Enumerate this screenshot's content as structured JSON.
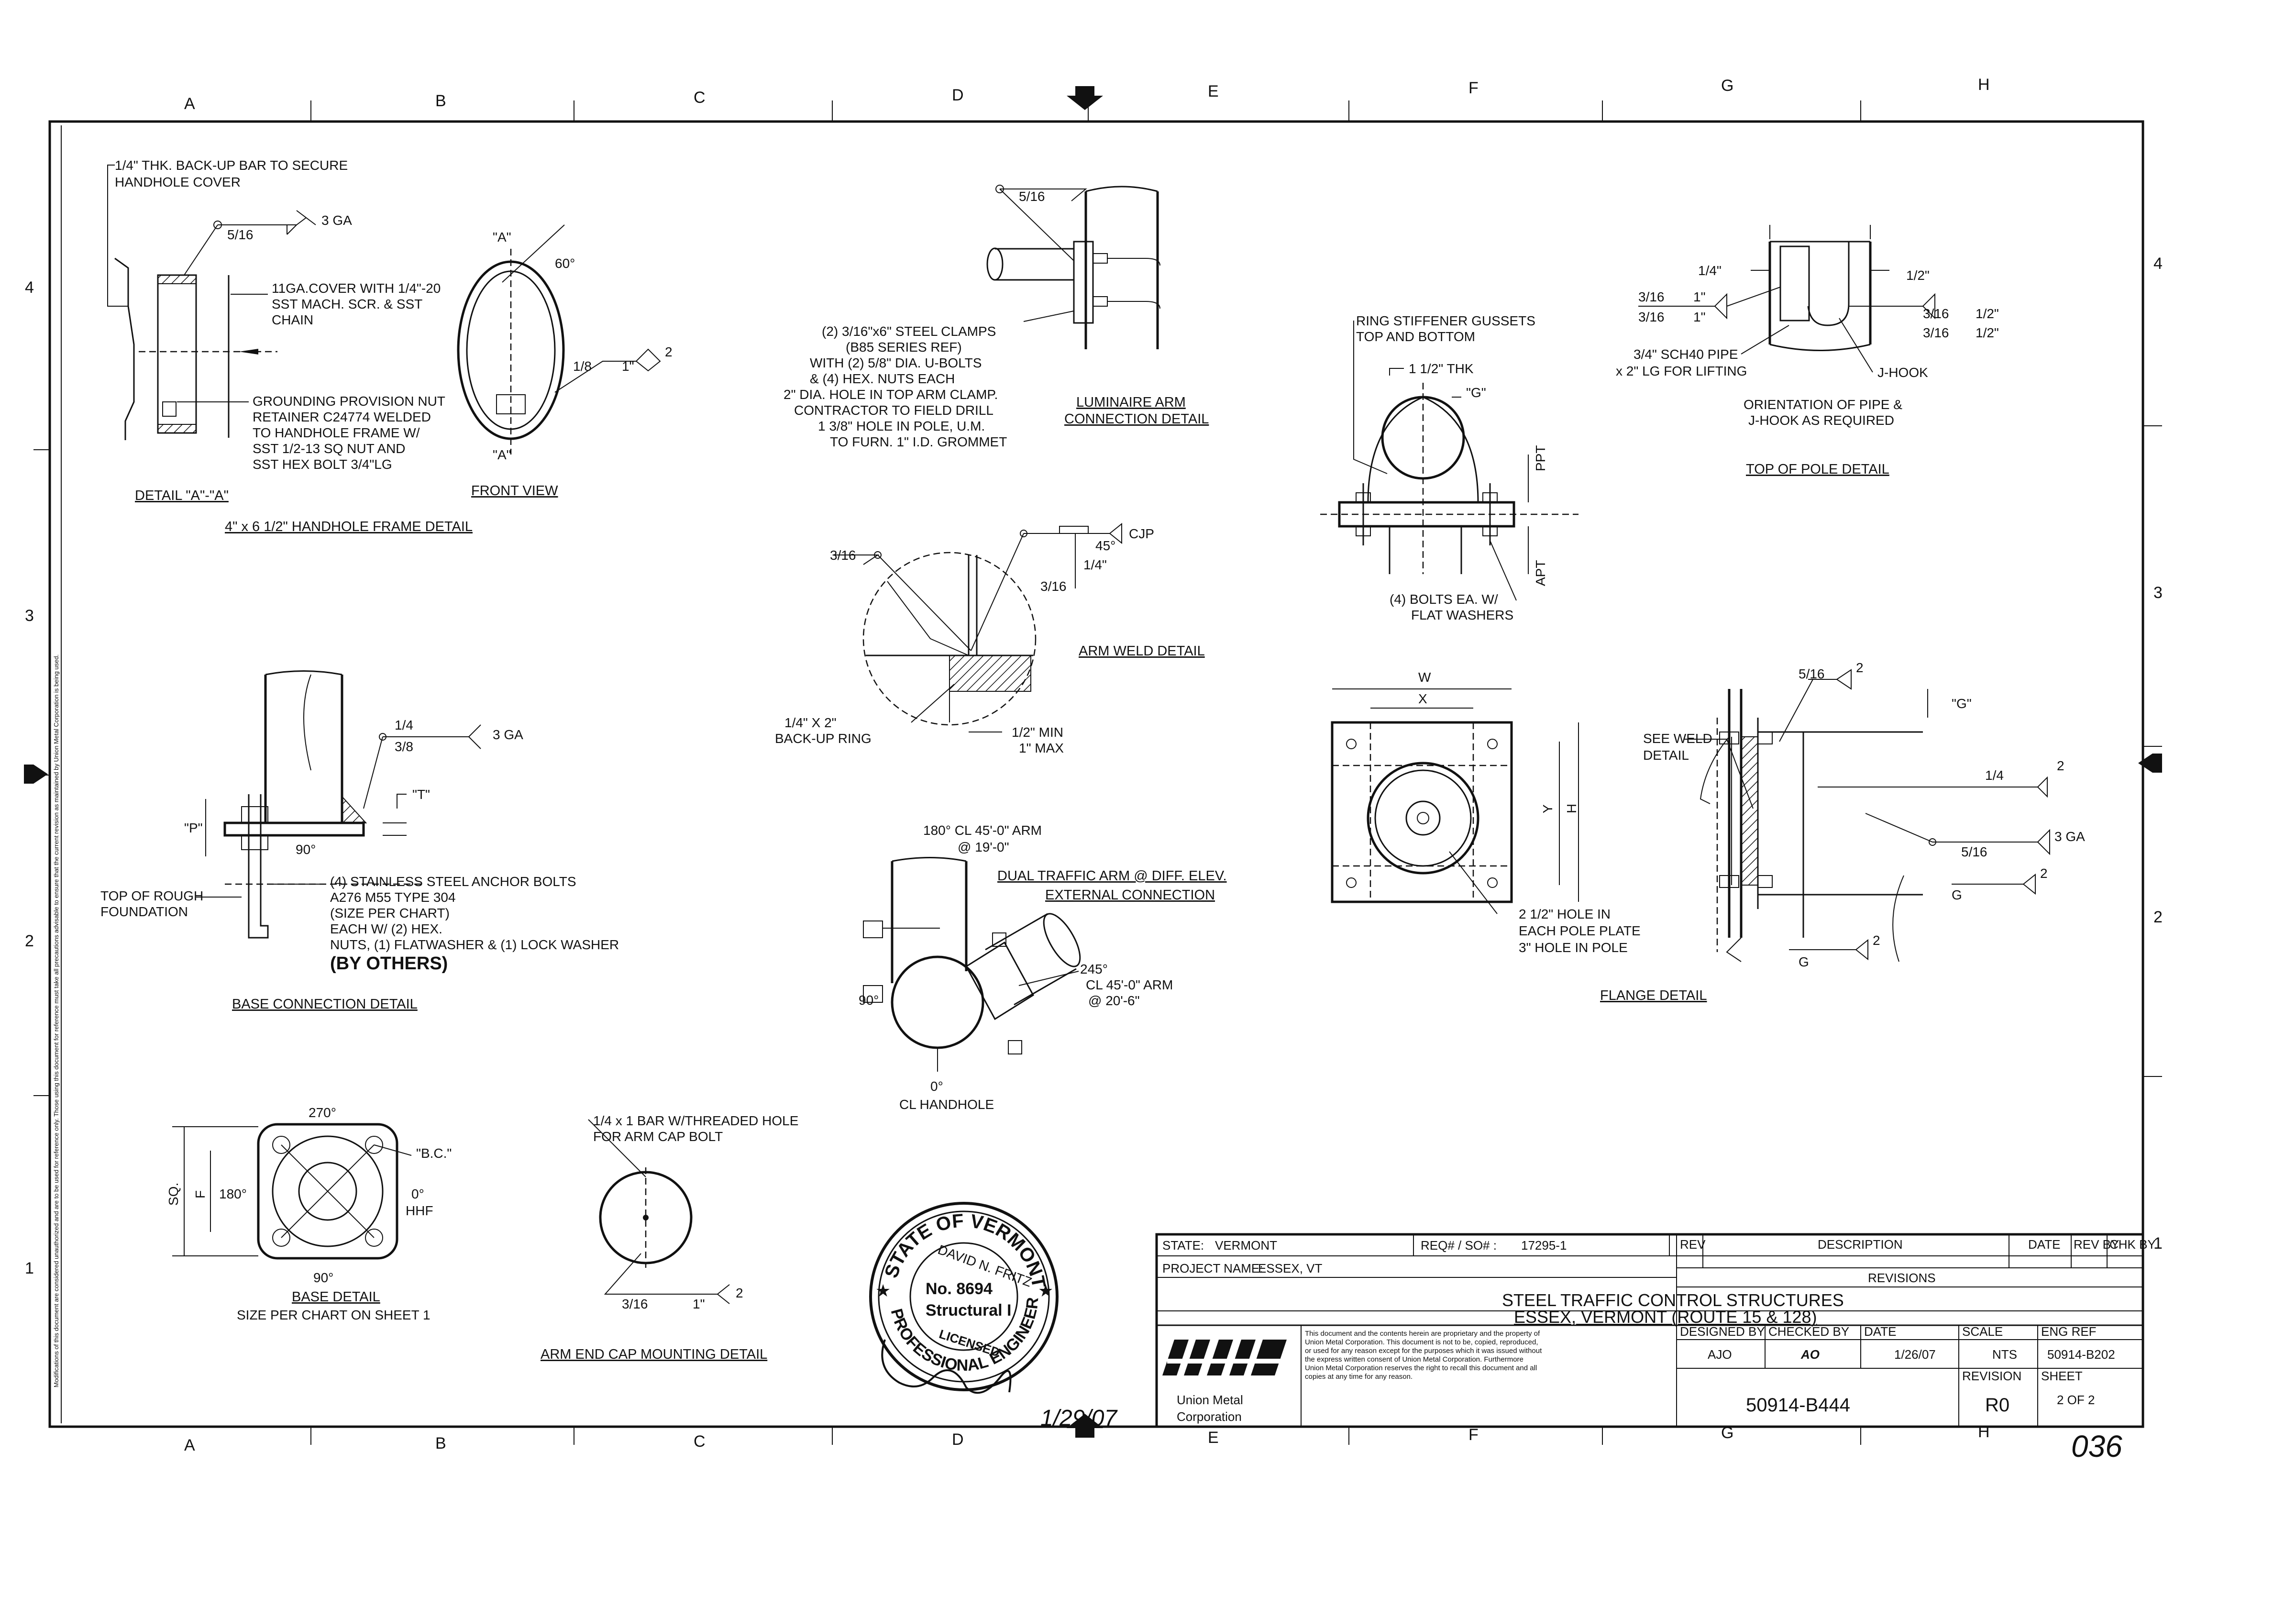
{
  "zones": {
    "columns": [
      "A",
      "B",
      "C",
      "D",
      "E",
      "F",
      "G",
      "H"
    ],
    "rows": [
      "4",
      "3",
      "2",
      "1"
    ]
  },
  "handhole": {
    "callout_backup_bar": [
      "1/4\" THK. BACK-UP BAR TO SECURE",
      "HANDHOLE COVER"
    ],
    "weld_size": "5/16",
    "weld_ga": "3 GA",
    "callout_cover": [
      "11GA.COVER WITH 1/4\"-20",
      "SST MACH. SCR. & SST",
      "CHAIN"
    ],
    "callout_ground": [
      "GROUNDING PROVISION NUT",
      "RETAINER C24774 WELDED",
      "TO HANDHOLE FRAME W/",
      "SST 1/2-13 SQ NUT AND",
      "SST HEX BOLT 3/4\"LG"
    ],
    "detail_label": "DETAIL \"A\"-\"A\"",
    "front_view_label": "FRONT VIEW",
    "marker_a": "\"A\"",
    "angle": "60°",
    "weld_front": "1/8",
    "weld_front_len": "1\"",
    "weld_front_tail": "2",
    "title": "4\" x 6 1/2\" HANDHOLE FRAME DETAIL"
  },
  "base_connection": {
    "weld_top": "1/4",
    "weld_bottom": "3/8",
    "weld_ga": "3 GA",
    "t_label": "\"T\"",
    "p_label": "\"P\"",
    "angle": "90°",
    "foundation": [
      "TOP OF ROUGH",
      "FOUNDATION"
    ],
    "bolts_note": [
      "(4) STAINLESS STEEL ANCHOR BOLTS",
      "A276 M55 TYPE 304",
      "(SIZE PER CHART)",
      "EACH W/ (2) HEX.",
      "NUTS, (1) FLATWASHER & (1) LOCK WASHER"
    ],
    "by_others": "(BY OTHERS)",
    "title": "BASE CONNECTION DETAIL"
  },
  "base_detail": {
    "top": "270°",
    "left": "180°",
    "bottom": "90°",
    "right": [
      "0°",
      "HHF"
    ],
    "bc": "\"B.C.\"",
    "sq": "SQ.",
    "f": "F",
    "title": "BASE DETAIL",
    "subtitle": "SIZE PER CHART ON SHEET 1"
  },
  "arm_end_cap": {
    "callout": [
      "1/4 x 1 BAR W/THREADED HOLE",
      "FOR ARM CAP BOLT"
    ],
    "weld": "3/16",
    "weld_len": "1\"",
    "weld_tail": "2",
    "title": "ARM END CAP MOUNTING DETAIL"
  },
  "luminaire": {
    "weld": "5/16",
    "note": [
      "(2) 3/16\"x6\" STEEL CLAMPS",
      "(B85 SERIES REF)",
      "WITH (2) 5/8\" DIA. U-BOLTS",
      "& (4) HEX. NUTS EACH",
      "2\" DIA. HOLE IN TOP ARM CLAMP.",
      "CONTRACTOR TO FIELD DRILL",
      "1 3/8\" HOLE IN POLE, U.M.",
      "TO FURN. 1\" I.D. GROMMET"
    ],
    "title": [
      "LUMINAIRE ARM",
      "CONNECTION DETAIL"
    ]
  },
  "arm_weld": {
    "weld_left": "3/16",
    "weld_right": "3/16",
    "cjp": "CJP",
    "angle": "45°",
    "gap": "1/4\"",
    "ring": [
      "1/4\" X 2\"",
      "BACK-UP RING"
    ],
    "dim": [
      "1/2\" MIN",
      "1\" MAX"
    ],
    "title": "ARM WELD DETAIL"
  },
  "dual_arm": {
    "arm_top": [
      "180° CL 45'-0\" ARM",
      "@ 19'-0\""
    ],
    "title": [
      "DUAL TRAFFIC ARM @ DIFF. ELEV.",
      "EXTERNAL CONNECTION"
    ],
    "arm_right": [
      "245°",
      "CL 45'-0\" ARM",
      "@ 20'-6\""
    ],
    "left": "90°",
    "bottom": [
      "0°",
      "CL HANDHOLE"
    ]
  },
  "ring_stiffener": {
    "note": [
      "RING STIFFENER GUSSETS",
      "TOP AND BOTTOM"
    ],
    "thk": "1 1/2\" THK",
    "g": "\"G\"",
    "ppt": "PPT",
    "apt": "APT",
    "bolts": [
      "(4) BOLTS EA. W/",
      "FLAT WASHERS"
    ]
  },
  "top_of_pole": {
    "left_dims": [
      "1/4\"",
      "3/16",
      "1\"",
      "3/16",
      "1\""
    ],
    "right_dims": [
      "1/2\"",
      "3/16",
      "1/2\"",
      "3/16",
      "1/2\""
    ],
    "pipe": [
      "3/4\" SCH40 PIPE",
      "x 2\" LG FOR LIFTING"
    ],
    "j_hook": "J-HOOK",
    "orientation": [
      "ORIENTATION OF PIPE &",
      "J-HOOK AS REQUIRED"
    ],
    "title": "TOP OF POLE DETAIL"
  },
  "flange": {
    "w": "W",
    "x": "X",
    "y": "Y",
    "h": "H",
    "hole": [
      "2 1/2\" HOLE IN",
      "EACH POLE PLATE",
      "3\" HOLE IN POLE"
    ],
    "title": "FLANGE DETAIL"
  },
  "flange_side": {
    "weld_top": "5/16",
    "weld_top_tail": "2",
    "g": "\"G\"",
    "see_weld": [
      "SEE WELD",
      "DETAIL"
    ],
    "weld_mid": "1/4",
    "weld_mid_tail": "2",
    "weld_ga_size": "5/16",
    "weld_ga": "3 GA",
    "g1": "G",
    "g1_tail": "2",
    "g2": "G",
    "g2_tail": "2"
  },
  "seal": {
    "ring_top": "STATE OF VERMONT",
    "name": "DAVID N. FRITZ",
    "number": "No. 8694",
    "class": "Structural I",
    "licensed": "LICENSED",
    "ring_bottom": "PROFESSIONAL ENGINEER",
    "date_signed": "1/29/07"
  },
  "title_block": {
    "state_label": "STATE:",
    "state": "VERMONT",
    "req_label": "REQ# / SO# :",
    "req": "17295-1",
    "project_label": "PROJECT NAME:",
    "project": "ESSEX, VT",
    "rev_headers": [
      "REV",
      "DESCRIPTION",
      "DATE",
      "REV BY",
      "CHK BY"
    ],
    "revisions_label": "REVISIONS",
    "title1": "STEEL TRAFFIC CONTROL STRUCTURES",
    "title2": "ESSEX, VERMONT (ROUTE 15 & 128)",
    "company": [
      "Union Metal",
      "Corporation"
    ],
    "notice": [
      "This document and the contents herein are proprietary and the property of",
      "Union Metal Corporation. This document is not to be, copied, reproduced,",
      "or used for any reason except for the purposes which it was issued without",
      "the express written consent of Union Metal Corporation. Furthermore",
      "Union Metal Corporation reserves the right to recall this document and all",
      "copies at any time for any reason."
    ],
    "designed_label": "DESIGNED BY",
    "designed": "AJO",
    "checked_label": "CHECKED BY",
    "checked": "AO",
    "date_label": "DATE",
    "date": "1/26/07",
    "scale_label": "SCALE",
    "scale": "NTS",
    "eng_ref_label": "ENG REF",
    "eng_ref": "50914-B202",
    "drawing_no": "50914-B444",
    "revision_label": "REVISION",
    "revision": "R0",
    "sheet_label": "SHEET",
    "sheet": "2 OF 2"
  },
  "page_number": "036",
  "side_note": "Modifications of this document are considered unauthorized and are to be used for reference only. Those using this document for reference must take all precautions advisable to ensure that the current revision as maintained by Union Metal Corporation is being used."
}
